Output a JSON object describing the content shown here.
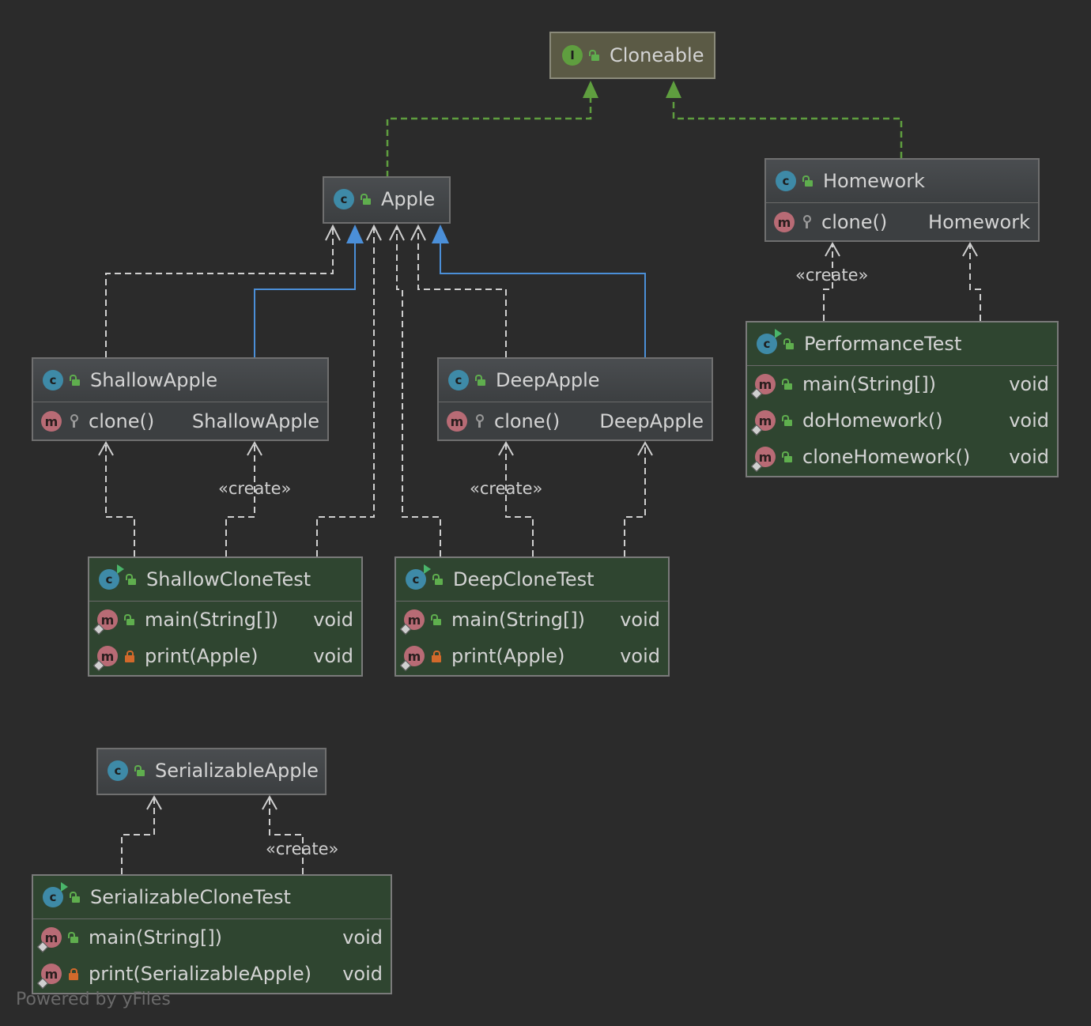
{
  "diagram": {
    "nodes": {
      "cloneable": {
        "name": "Cloneable",
        "kind_icon": "I"
      },
      "apple": {
        "name": "Apple",
        "kind_icon": "c"
      },
      "homework": {
        "name": "Homework",
        "kind_icon": "c",
        "methods": [
          {
            "name": "clone()",
            "type": "Homework"
          }
        ]
      },
      "shallow_apple": {
        "name": "ShallowApple",
        "kind_icon": "c",
        "methods": [
          {
            "name": "clone()",
            "type": "ShallowApple"
          }
        ]
      },
      "deep_apple": {
        "name": "DeepApple",
        "kind_icon": "c",
        "methods": [
          {
            "name": "clone()",
            "type": "DeepApple"
          }
        ]
      },
      "performance_test": {
        "name": "PerformanceTest",
        "kind_icon": "c",
        "methods": [
          {
            "name": "main(String[])",
            "type": "void"
          },
          {
            "name": "doHomework()",
            "type": "void"
          },
          {
            "name": "cloneHomework()",
            "type": "void"
          }
        ]
      },
      "shallow_clone_test": {
        "name": "ShallowCloneTest",
        "kind_icon": "c",
        "methods": [
          {
            "name": "main(String[])",
            "type": "void"
          },
          {
            "name": "print(Apple)",
            "type": "void"
          }
        ]
      },
      "deep_clone_test": {
        "name": "DeepCloneTest",
        "kind_icon": "c",
        "methods": [
          {
            "name": "main(String[])",
            "type": "void"
          },
          {
            "name": "print(Apple)",
            "type": "void"
          }
        ]
      },
      "serializable_apple": {
        "name": "SerializableApple",
        "kind_icon": "c"
      },
      "serializable_clone_test": {
        "name": "SerializableCloneTest",
        "kind_icon": "c",
        "methods": [
          {
            "name": "main(String[])",
            "type": "void"
          },
          {
            "name": "print(SerializableApple)",
            "type": "void"
          }
        ]
      }
    },
    "method_icon": "m",
    "edge_labels": {
      "create": "«create»"
    },
    "colors": {
      "realization": "#5f9e3f",
      "inheritance": "#4b8fd8",
      "dependency": "#cfcfcf"
    }
  },
  "footer": "Powered by yFiles"
}
